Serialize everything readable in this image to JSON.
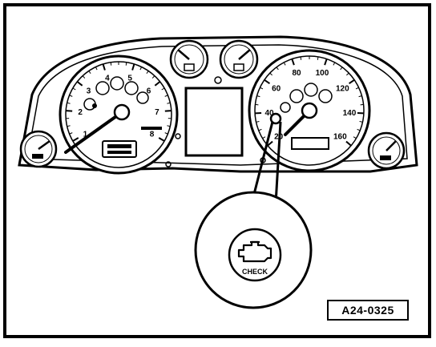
{
  "figure": {
    "reference_code": "A24-0325"
  },
  "tachometer": {
    "scale_labels": [
      "1",
      "2",
      "3",
      "4",
      "5",
      "6",
      "7",
      "8"
    ]
  },
  "speedometer": {
    "scale_labels": [
      "20",
      "40",
      "60",
      "80",
      "100",
      "120",
      "140",
      "160"
    ]
  },
  "detail": {
    "warning_label": "CHECK",
    "icon": "engine-check-icon"
  }
}
